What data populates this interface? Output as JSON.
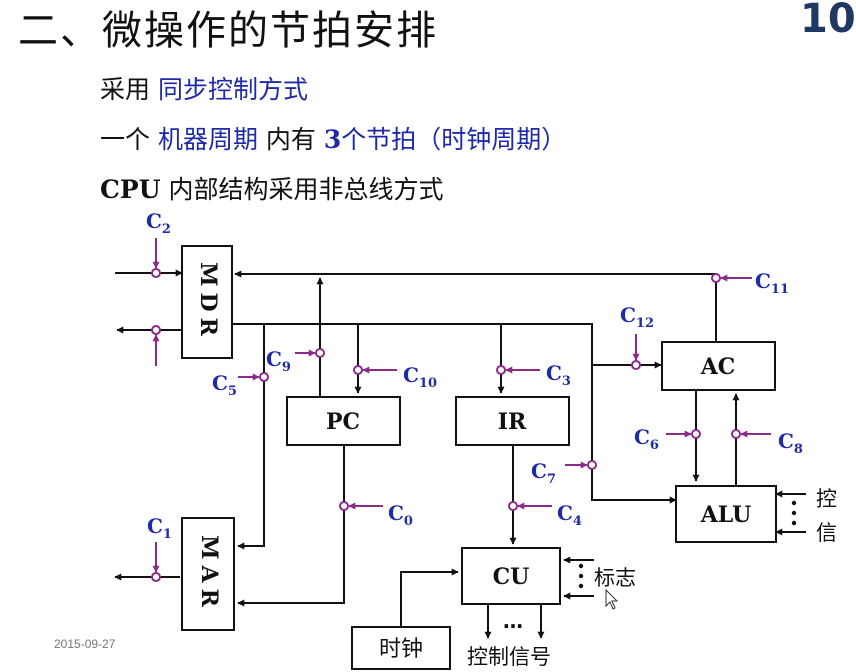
{
  "title": "二、微操作的节拍安排",
  "page_number": "10",
  "lines": {
    "l1": {
      "prefix": "采用 ",
      "highlight": "同步控制方式"
    },
    "l2": {
      "prefix": "一个 ",
      "highlight1": "机器周期",
      "middle": " 内有 ",
      "num": "3",
      "highlight2": "个节拍（时钟周期）"
    },
    "l3": {
      "cpu": "CPU",
      "rest": " 内部结构采用非总线方式"
    }
  },
  "diagram": {
    "blocks": {
      "mdr": "MDR",
      "mar": "MAR",
      "pc": "PC",
      "ir": "IR",
      "ac": "AC",
      "alu": "ALU",
      "cu": "CU",
      "clock": "时钟"
    },
    "controls": {
      "c0": "0",
      "c1": "1",
      "c2": "2",
      "c3": "3",
      "c4": "4",
      "c5": "5",
      "c6": "6",
      "c7": "7",
      "c8": "8",
      "c9": "9",
      "c10": "10",
      "c11": "11",
      "c12": "12"
    },
    "control_prefix": "C",
    "ellipsis_h": "…",
    "cu_flags_label": "标志",
    "cu_output_label": "控制信号",
    "alu_side_label_top": "控",
    "alu_side_label_bottom": "信"
  },
  "colors": {
    "control_label": "#1f2aa8",
    "control_arrow": "#8b2a8b",
    "highlight_text": "#1f2aa8",
    "line": "#111111"
  },
  "footer": {
    "date": "2015-09-27"
  }
}
